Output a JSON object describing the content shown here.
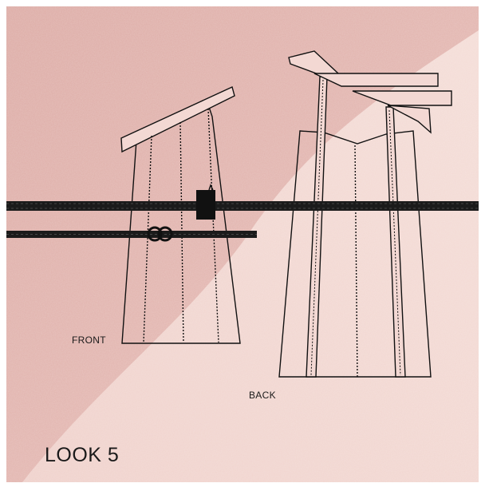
{
  "labels": {
    "front": "FRONT",
    "back": "BACK",
    "look": "LOOK 5"
  },
  "colors": {
    "fabric_dark": "#e0b2ad",
    "fabric_light": "#f2d7d1",
    "line": "#111111",
    "strap": "#1b1b1b"
  }
}
